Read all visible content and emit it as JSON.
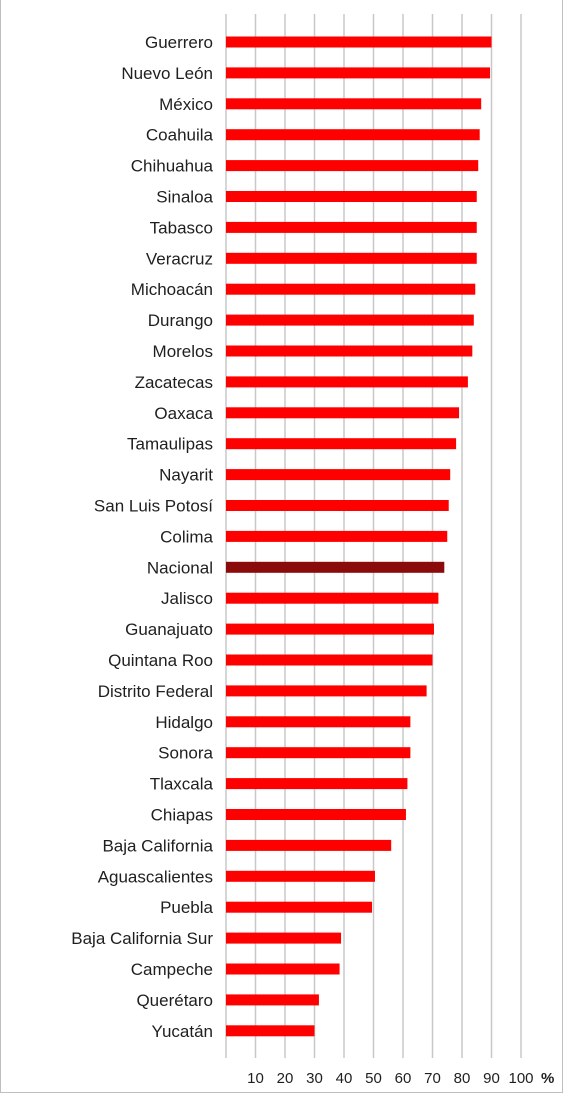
{
  "chart_data": {
    "type": "bar",
    "orientation": "horizontal",
    "categories": [
      "Guerrero",
      "Nuevo León",
      "México",
      "Coahuila",
      "Chihuahua",
      "Sinaloa",
      "Tabasco",
      "Veracruz",
      "Michoacán",
      "Durango",
      "Morelos",
      "Zacatecas",
      "Oaxaca",
      "Tamaulipas",
      "Nayarit",
      "San Luis Potosí",
      "Colima",
      "Nacional",
      "Jalisco",
      "Guanajuato",
      "Quintana Roo",
      "Distrito Federal",
      "Hidalgo",
      "Sonora",
      "Tlaxcala",
      "Chiapas",
      "Baja California",
      "Aguascalientes",
      "Puebla",
      "Baja California Sur",
      "Campeche",
      "Querétaro",
      "Yucatán"
    ],
    "values": [
      90,
      89.5,
      86.5,
      86,
      85.5,
      85,
      85,
      85,
      84.5,
      84,
      83.5,
      82,
      79,
      78,
      76,
      75.5,
      75,
      74,
      72,
      70.5,
      70,
      68,
      62.5,
      62.5,
      61.5,
      61,
      56,
      50.5,
      49.5,
      39,
      38.5,
      31.5,
      30
    ],
    "highlight": "Nacional",
    "colors": {
      "bar": "#ff0000",
      "highlight": "#8b0a0a",
      "grid": "#c8c8c8"
    },
    "xticks": [
      10,
      20,
      30,
      40,
      50,
      60,
      70,
      80,
      90,
      100
    ],
    "xlim": [
      0,
      100
    ],
    "xunit": "%",
    "grid": true
  }
}
